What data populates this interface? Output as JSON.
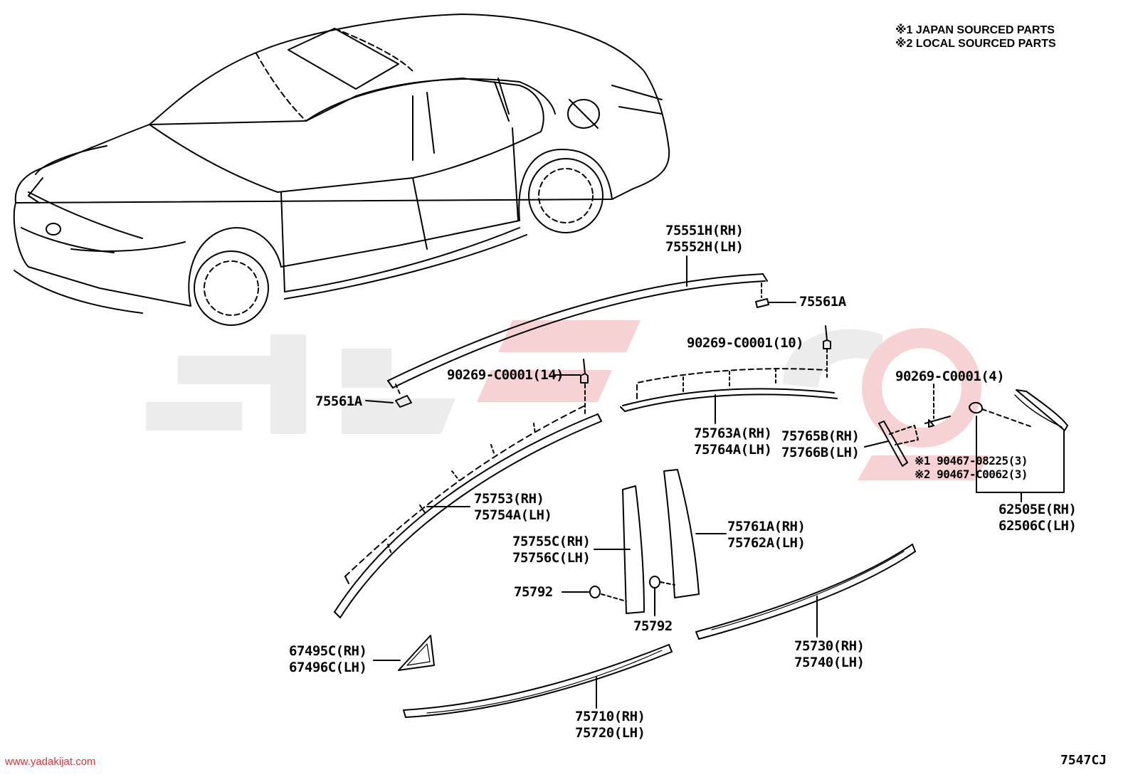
{
  "notes": {
    "line1": "※1 JAPAN SOURCED PARTS",
    "line2": "※2 LOCAL SOURCED PARTS"
  },
  "labels": {
    "roof_molding_rh": "75551H(RH)",
    "roof_molding_lh": "75552H(LH)",
    "clip_rear": "75561A",
    "clip_front": "75561A",
    "clip_10": "90269-C0001(10)",
    "clip_14": "90269-C0001(14)",
    "clip_4": "90269-C0001(4)",
    "upper_rear_rh": "75763A(RH)",
    "upper_rear_lh": "75764A(LH)",
    "qtr_rh": "75765B(RH)",
    "qtr_lh": "75766B(LH)",
    "nut_japan": "※1 90467-08225(3)",
    "nut_local": "※2 90467-C0062(3)",
    "qtr_glass_rh": "62505E(RH)",
    "qtr_glass_lh": "62506C(LH)",
    "upper_front_rh": "75753(RH)",
    "upper_front_lh": "75754A(LH)",
    "pillar_front_rh": "75755C(RH)",
    "pillar_front_lh": "75756C(LH)",
    "pillar_rear_rh": "75761A(RH)",
    "pillar_rear_lh": "75762A(LH)",
    "grommet_left": "75792",
    "grommet_bottom": "75792",
    "cover_rh": "67495C(RH)",
    "cover_lh": "67496C(LH)",
    "belt_rear_rh": "75730(RH)",
    "belt_rear_lh": "75740(LH)",
    "belt_front_rh": "75710(RH)",
    "belt_front_lh": "75720(LH)"
  },
  "footer": {
    "website": "www.yadakijat.com",
    "diagram_code": "7547CJ"
  },
  "colors": {
    "line": "#000000",
    "watermark_gray": "#e9e9e9",
    "watermark_red": "#f6cfd1",
    "website": "#e0313b"
  }
}
